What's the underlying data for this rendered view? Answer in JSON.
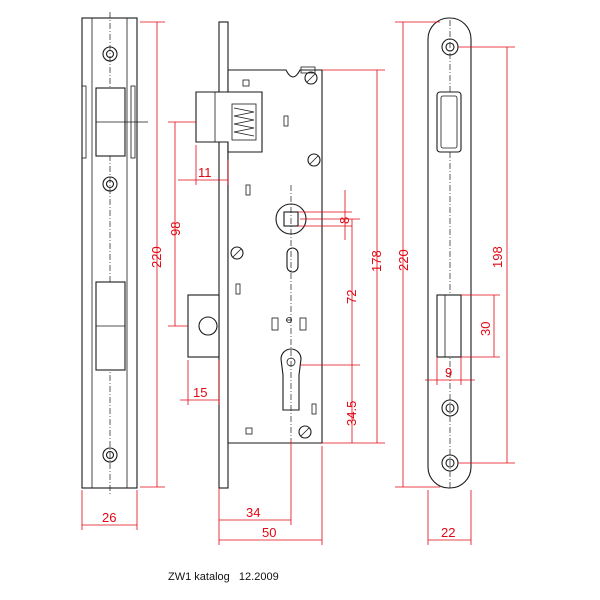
{
  "caption": {
    "catalog": "ZW1 katalog",
    "date": "12.2009"
  },
  "dimensions": {
    "faceplate_height": "220",
    "faceplate_width": "26",
    "latch_projection": "11",
    "latch_to_spindle": "98",
    "bolt_projection": "15",
    "spindle_square": "8",
    "spindle_to_cylinder": "72",
    "lock_case_height": "178",
    "cylinder_to_bottom": "34.5",
    "backset": "34",
    "case_depth": "50",
    "strike_height": "220",
    "strike_fixing": "198",
    "strike_opening_height": "30",
    "strike_opening_width": "9",
    "strike_width": "22"
  },
  "colors": {
    "dimension_lines": "#e30613",
    "outline": "#1a1a1a"
  }
}
